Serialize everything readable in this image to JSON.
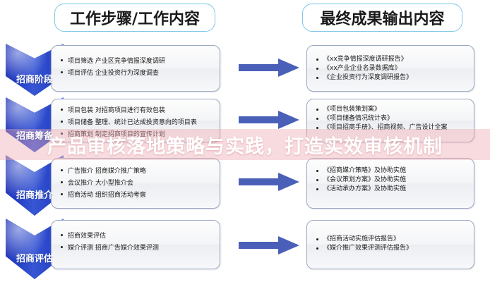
{
  "header": {
    "left_title": "工作步骤/工作内容",
    "right_title": "最终成果输出内容"
  },
  "watermark": {
    "text": "产品审核落地策略与实践，打造实效审核机制",
    "band_color": "#eeaab0",
    "text_color": "#ffffff"
  },
  "colors": {
    "chevron_blue": "#2440c6",
    "arrow_blue": "#4a60b8",
    "pill_border": "#7ec8e8",
    "box_border": "#9aa8c4"
  },
  "icons": {
    "arrow": "right-arrow-icon",
    "chevron": "down-chevron-icon",
    "bullet": "bullet-dot-icon"
  },
  "rows": [
    {
      "stage": "招商阶段",
      "steps": [
        "项目筛选 产业区竞争情报深度调研",
        "项目评估 企业投资行为深度调查"
      ],
      "outputs": [
        "《xx竞争情报深度调研报告》",
        "《xx产业企业名录数据库》",
        "《企业投资行为深度调研报告》"
      ]
    },
    {
      "stage": "招商筹备",
      "steps": [
        "项目包装 对招商项目进行有效包装",
        "项目储备 整理、统计已达成投资意向的项目表",
        "招商策划 制定招商项目的宣传计划"
      ],
      "outputs": [
        "《项目包装策划案》",
        "《项目储备情况统计表》",
        "《项目招商手册》、招商视频、广告设计全案"
      ]
    },
    {
      "stage": "招商推介",
      "steps": [
        "广告推介 招商媒介推广策略",
        "会议推介 大小型推介会",
        "招商活动 组织招商活动考察"
      ],
      "outputs": [
        "《招商媒介策略》及协助实施",
        "《会议策划方案》及协助实施",
        "《活动承办方案》及协助实施"
      ]
    },
    {
      "stage": "招商评估",
      "steps": [
        "招商效果评估",
        "媒介评测 招商广告媒介效果评测"
      ],
      "outputs": [
        "《招商活动实施评估报告》",
        "《媒介推广效果评测评估报告》"
      ]
    }
  ]
}
